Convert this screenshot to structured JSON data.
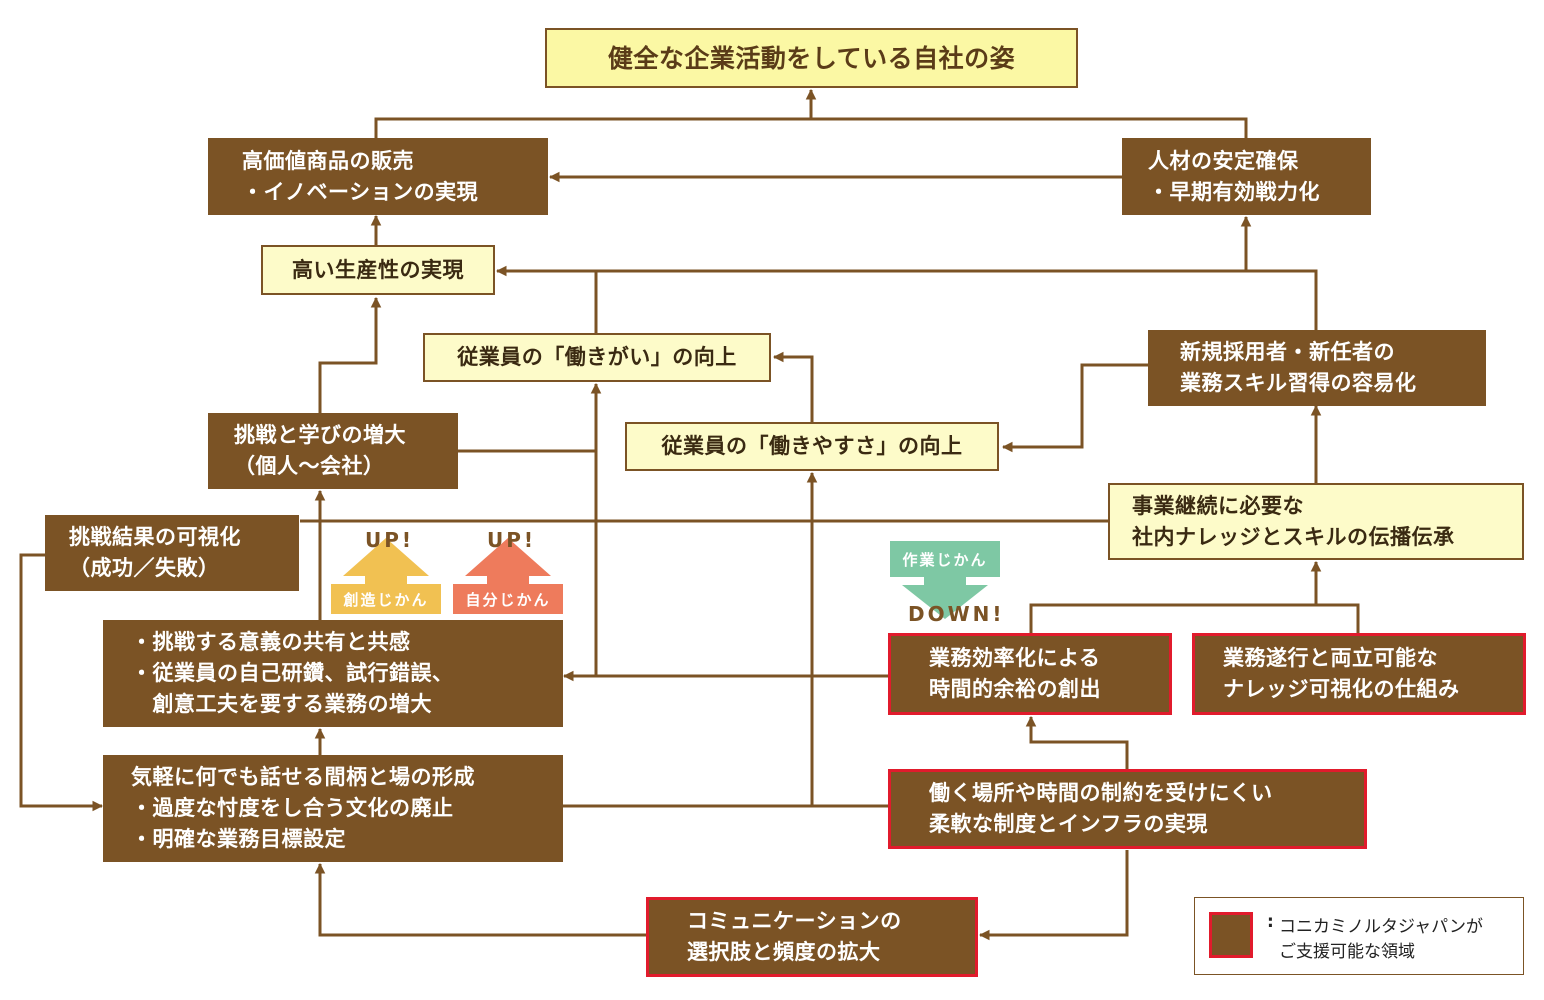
{
  "colors": {
    "brown": "#7b5325",
    "light_box": "#fdfbc9",
    "goal_box": "#fbf8a4",
    "red_border": "#e11b2c",
    "badge_yellow": "#f1c152",
    "badge_orange": "#ee7b5c",
    "badge_green": "#7ec8a4"
  },
  "goal": "健全な企業活動をしている自社の姿",
  "high_value": {
    "line1": "高価値商品の販売",
    "line2": "・イノベーションの実現"
  },
  "talent": {
    "line1": "人材の安定確保",
    "line2": "・早期有効戦力化"
  },
  "productivity": "高い生産性の実現",
  "engagement": "従業員の「働きがい」の向上",
  "workability": "従業員の「働きやすさ」の向上",
  "new_hire": {
    "line1": "新規採用者・新任者の",
    "line2": "業務スキル習得の容易化"
  },
  "challenge": {
    "line1": "挑戦と学びの増大",
    "line2": "（個人～会社）"
  },
  "knowledge": {
    "line1": "事業継続に必要な",
    "line2": "社内ナレッジとスキルの伝播伝承"
  },
  "visualize": {
    "line1": "挑戦結果の可視化",
    "line2": "（成功／失敗）"
  },
  "badges": {
    "creative": {
      "word": "UP!",
      "label": "創造じかん"
    },
    "self": {
      "word": "UP!",
      "label": "自分じかん"
    },
    "work": {
      "word": "DOWN!",
      "label": "作業じかん"
    }
  },
  "share": {
    "line1": "・挑戦する意義の共有と共感",
    "line2": "・従業員の自己研鑽、試行錯誤、",
    "line3": "　創意工夫を要する業務の増大"
  },
  "efficiency": {
    "line1": "業務効率化による",
    "line2": "時間的余裕の創出"
  },
  "knowledge_vis": {
    "line1": "業務遂行と両立可能な",
    "line2": "ナレッジ可視化の仕組み"
  },
  "casual": {
    "line1": "気軽に何でも話せる間柄と場の形成",
    "line2": "・過度な忖度をし合う文化の廃止",
    "line3": "・明確な業務目標設定"
  },
  "flexible": {
    "line1": "働く場所や時間の制約を受けにくい",
    "line2": "柔軟な制度とインフラの実現"
  },
  "communication": {
    "line1": "コミュニケーションの",
    "line2": "選択肢と頻度の拡大"
  },
  "legend": {
    "colon": ":",
    "line1": "コニカミノルタジャパンが",
    "line2": "ご支援可能な領域"
  }
}
